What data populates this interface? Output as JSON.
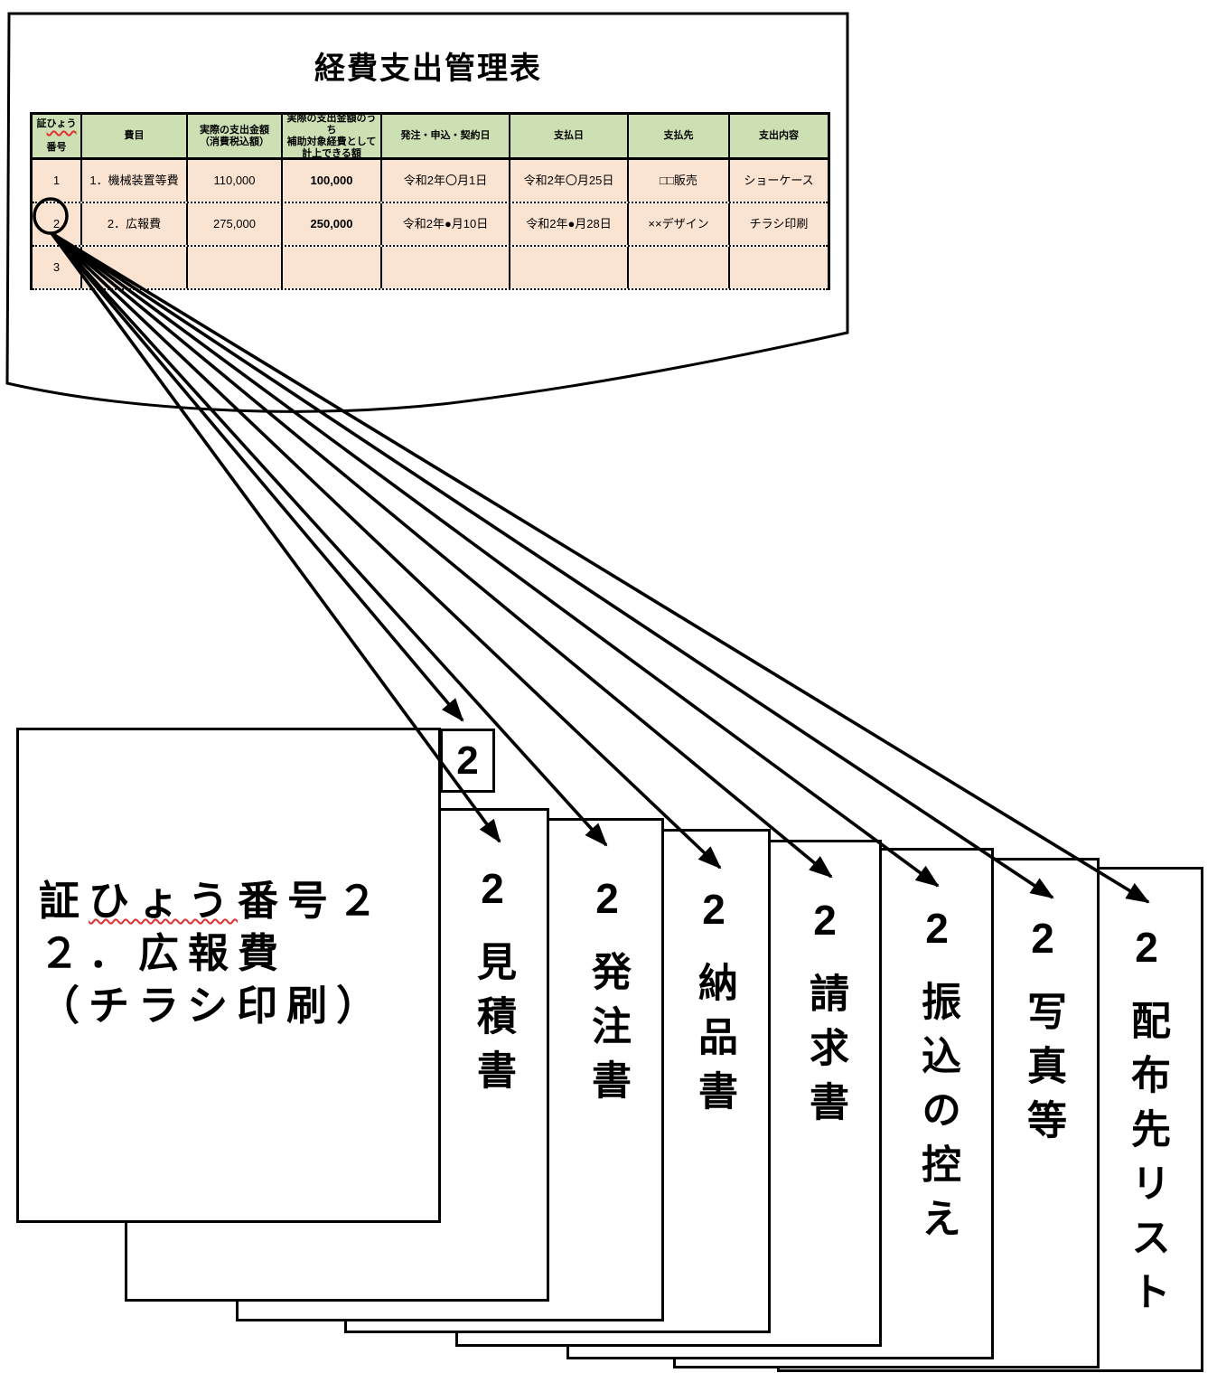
{
  "page": {
    "title": "経費支出管理表",
    "table": {
      "col1_header": {
        "top_plain": "証",
        "top_squiggle": "ひょう",
        "bottom": "番号"
      },
      "headers": [
        "費目",
        "実際の支出金額\n（消費税込額）",
        "実際の支出金額のうち\n補助対象経費として\n計上できる額",
        "発注・申込・契約日",
        "支払日",
        "支払先",
        "支出内容"
      ],
      "rows": [
        [
          "1",
          "1．機械装置等費",
          "110,000",
          "100,000",
          "令和2年〇月1日",
          "令和2年〇月25日",
          "□□販売",
          "ショーケース"
        ],
        [
          "2",
          "2．広報費",
          "275,000",
          "250,000",
          "令和2年●月10日",
          "令和2年●月28日",
          "××デザイン",
          "チラシ印刷"
        ],
        [
          "3",
          "",
          "",
          "",
          "",
          "",
          "",
          ""
        ]
      ],
      "circled_row_value": "2"
    }
  },
  "cover_card": {
    "tab_label": "2",
    "line1_plain": "証",
    "line1_squiggle": "ひょう",
    "line1_rest": "番号２",
    "line2": "２．広報費",
    "line3": "（チラシ印刷）"
  },
  "documents": [
    {
      "number": "2",
      "label": "見積書"
    },
    {
      "number": "2",
      "label": "発注書"
    },
    {
      "number": "2",
      "label": "納品書"
    },
    {
      "number": "2",
      "label": "請求書"
    },
    {
      "number": "2",
      "label": "振込の控え"
    },
    {
      "number": "2",
      "label": "写真等"
    },
    {
      "number": "2",
      "label": "配布先リスト"
    }
  ],
  "colors": {
    "table_header_bg": "#cde0b4",
    "table_row_bg": "#fbe3d2",
    "squiggle_red": "#e03030",
    "ink": "#000000"
  }
}
